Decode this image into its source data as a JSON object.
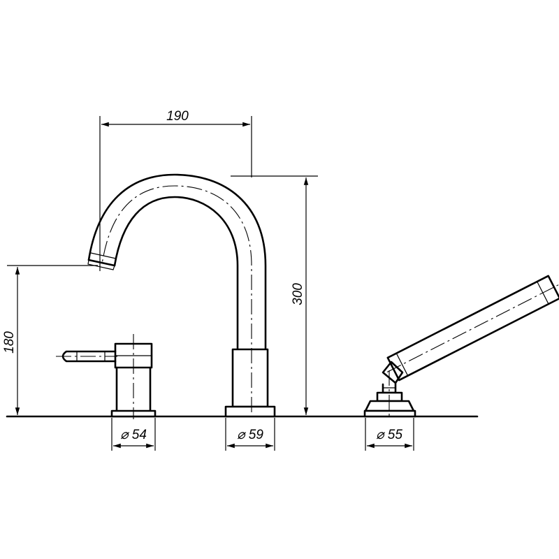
{
  "dimensions": {
    "spout_reach": "190",
    "spout_height": "300",
    "outlet_height": "180",
    "mixer_diameter": "⌀ 54",
    "spout_base_diameter": "⌀ 59",
    "shower_base_diameter": "⌀ 55"
  }
}
